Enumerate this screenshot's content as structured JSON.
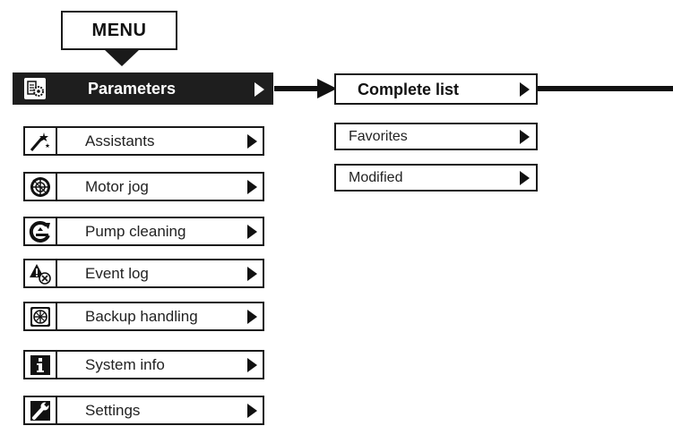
{
  "menu": {
    "title": "MENU"
  },
  "main_menu": {
    "items": [
      {
        "label": "Parameters",
        "icon": "parameters-gear-icon",
        "active": true
      },
      {
        "label": "Assistants",
        "icon": "magic-wand-icon"
      },
      {
        "label": "Motor jog",
        "icon": "motor-jog-icon"
      },
      {
        "label": "Pump cleaning",
        "icon": "pump-cleaning-icon"
      },
      {
        "label": "Event log",
        "icon": "event-log-warning-icon"
      },
      {
        "label": "Backup handling",
        "icon": "backup-icon"
      },
      {
        "label": "System info",
        "icon": "info-icon"
      },
      {
        "label": "Settings",
        "icon": "wrench-icon"
      }
    ]
  },
  "submenu": {
    "items": [
      {
        "label": "Complete list",
        "active": true
      },
      {
        "label": "Favorites"
      },
      {
        "label": "Modified"
      }
    ]
  },
  "colors": {
    "active_bg": "#1e1e1e",
    "border": "#1a1a1a"
  }
}
